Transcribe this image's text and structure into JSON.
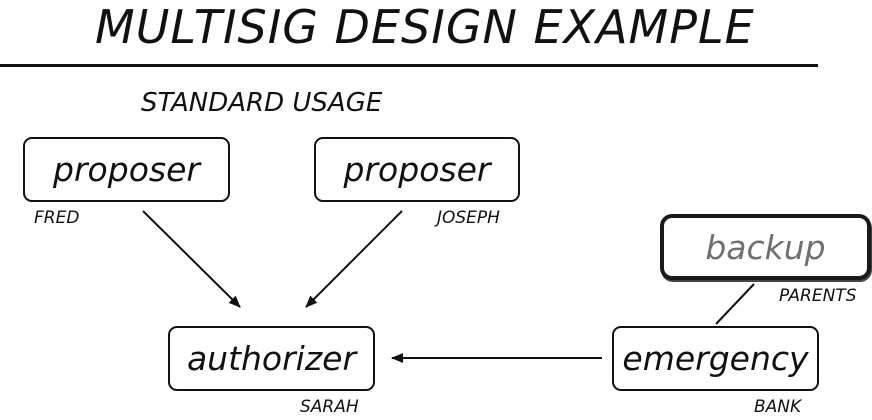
{
  "title": "MULTISIG DESIGN EXAMPLE",
  "section_label": "STANDARD USAGE",
  "nodes": {
    "proposer_fred": {
      "role": "proposer",
      "owner": "FRED"
    },
    "proposer_joseph": {
      "role": "proposer",
      "owner": "JOSEPH"
    },
    "authorizer": {
      "role": "authorizer",
      "owner": "SARAH"
    },
    "emergency": {
      "role": "emergency",
      "owner": "BANK"
    },
    "backup": {
      "role": "backup",
      "owner": "PARENTS"
    }
  },
  "colors": {
    "stroke": "#111111",
    "backup_text": "#707070",
    "background": "#ffffff"
  }
}
